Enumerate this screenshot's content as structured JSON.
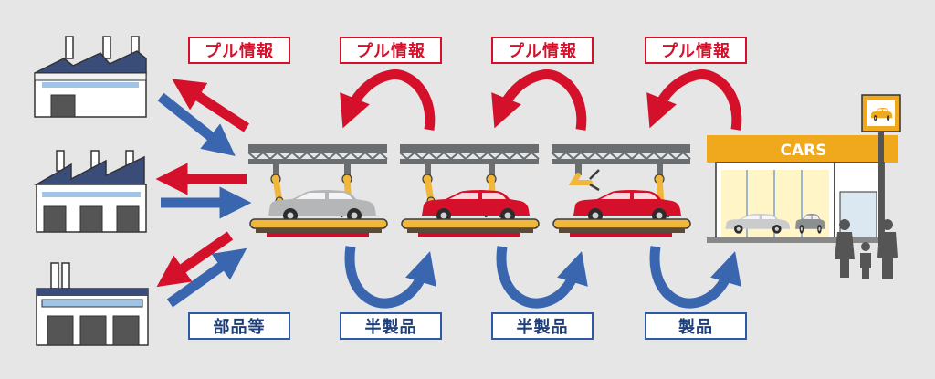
{
  "labels": {
    "pull": [
      "プル情報",
      "プル情報",
      "プル情報",
      "プル情報"
    ],
    "goods": [
      "部品等",
      "半製品",
      "半製品",
      "製品"
    ]
  },
  "dealer": {
    "sign": "CARS"
  },
  "colors": {
    "pull_arrow": "#d5102a",
    "goods_arrow": "#3a66b0",
    "background": "#e6e6e6",
    "sign_orange": "#f0a81c",
    "car_red": "#d5102a",
    "car_gray": "#b4b6b8"
  },
  "icons": [
    "factory-icon",
    "conveyor-icon",
    "robot-arm-icon",
    "car-icon",
    "dealership-icon",
    "family-icon"
  ]
}
